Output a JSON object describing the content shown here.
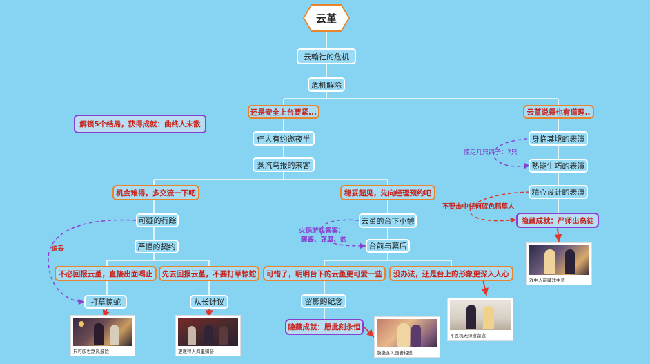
{
  "title": "云堇",
  "nodes": {
    "n1": "云翰社的危机",
    "n2": "危机解除",
    "b_left": "还是安全上台要紧...",
    "b_right": "云堇说得也有道理..",
    "r1": "身临其境的表演",
    "r2": "熟能生巧的表演",
    "r3": "精心设计的表演",
    "r_ach": "隐藏成就：严师出高徒",
    "l1": "佳人有约邀夜半",
    "l2": "蒸汽鸟报的来客",
    "ach_top": "解锁5个结局，获得成就：曲终人未散",
    "bA": "机会难得，多交流一下吧",
    "bB": "稳妥起见，先向经理预约吧",
    "a1": "可疑的行踪",
    "a2": "严谨的契约",
    "a_opt1": "不必回报云堇，直接出面喝止",
    "a_opt2": "先去回报云堇，不要打草惊蛇",
    "a_end1": "打草惊蛇",
    "a_end2": "从长计议",
    "b1": "云堇的台下小憩",
    "b2": "台前与幕后",
    "b_opt1": "可惜了，明明台下的云堇更可爱一些",
    "b_opt2": "没办法，还是台上的形象更深入人心",
    "b_end1": "留影的纪念",
    "b_ach": "隐藏成就：愿此刻永恒"
  },
  "notes": {
    "birds": "惊走几只鸽子：7只",
    "hotpot_1": "火锅游戏答案：",
    "hotpot_2": "醒酱、豆腐、盐",
    "scarecrow": "不要击中任何蓝色稻草人",
    "chase": "追丢"
  },
  "thumbs": {
    "t1": "只可叹世路风波险",
    "t2": "更教得人海里知音",
    "t3": "袅袅含入画者相逢",
    "t4": "不畏机无绿窗留念",
    "t5": "戏中人前藏戏中意"
  },
  "colors": {
    "background": "#86D3F2",
    "orange_border": "#E8842B",
    "purple_border": "#8A3FD1",
    "red_text": "#C8221B",
    "red_arrow": "#E0352B"
  }
}
